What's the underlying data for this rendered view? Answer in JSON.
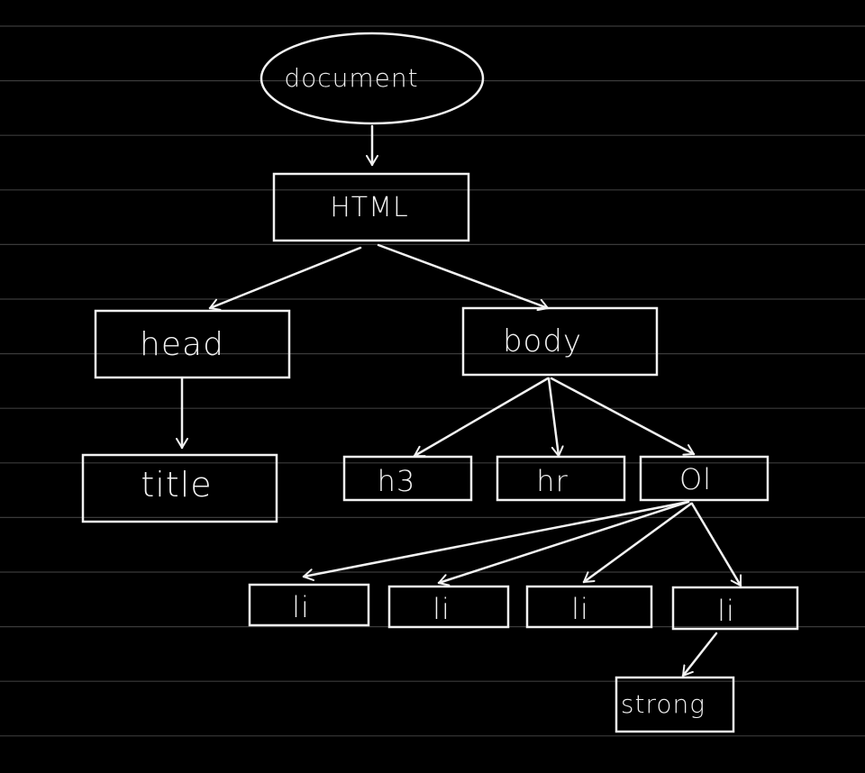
{
  "theme": {
    "background": "#000000",
    "ruled_line_color": "#3a3a3a",
    "stroke_color": "#f2f2f2"
  },
  "nodes": {
    "document": "document",
    "html": "HTML",
    "head": "head",
    "body": "body",
    "title": "title",
    "h3": "h3",
    "hr": "hr",
    "ol": "Ol",
    "li_1": "li",
    "li_2": "li",
    "li_3": "li",
    "li_4": "li",
    "strong": "strong"
  },
  "edges": [
    [
      "document",
      "html"
    ],
    [
      "html",
      "head"
    ],
    [
      "html",
      "body"
    ],
    [
      "head",
      "title"
    ],
    [
      "body",
      "h3"
    ],
    [
      "body",
      "hr"
    ],
    [
      "body",
      "ol"
    ],
    [
      "ol",
      "li_1"
    ],
    [
      "ol",
      "li_2"
    ],
    [
      "ol",
      "li_3"
    ],
    [
      "ol",
      "li_4"
    ],
    [
      "li_4",
      "strong"
    ]
  ]
}
